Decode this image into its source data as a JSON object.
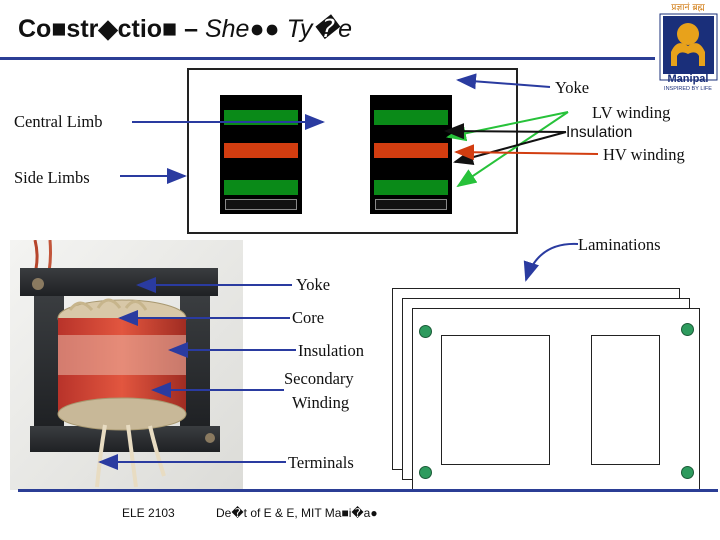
{
  "title": {
    "part1": "Co■str◆ctio■ –",
    "part2": "She●● Ty�e"
  },
  "logo": {
    "hindi_text": "प्रज्ञानं ब्रह्म",
    "name": "Manipal",
    "tagline": "INSPIRED BY LIFE",
    "colors": {
      "brand_orange": "#e8a21b",
      "brand_blue": "#1a2f7a"
    }
  },
  "labels": {
    "central_limb": "Central Limb",
    "side_limbs": "Side Limbs",
    "yoke_top": "Yoke",
    "lv_winding": "LV winding",
    "insulation_top": "Insulation",
    "hv_winding": "HV winding",
    "laminations": "Laminations",
    "yoke_photo": "Yoke",
    "core_photo": "Core",
    "insulation_photo": "Insulation",
    "secondary": "Secondary",
    "winding": "Winding",
    "terminals": "Terminals"
  },
  "footer": {
    "course": "ELE  2103",
    "dept": "De�t of E & E, MIT Ma■i�a●"
  },
  "colors": {
    "lv": "#0a8a18",
    "hv": "#d23d10",
    "insulation": "#000000",
    "arrow_blue": "#2a3ba0",
    "arrow_green": "#27c23a",
    "arrow_red": "#d23d10",
    "dot_green": "#2e9b5e",
    "rule_blue": "#2b3e95"
  }
}
